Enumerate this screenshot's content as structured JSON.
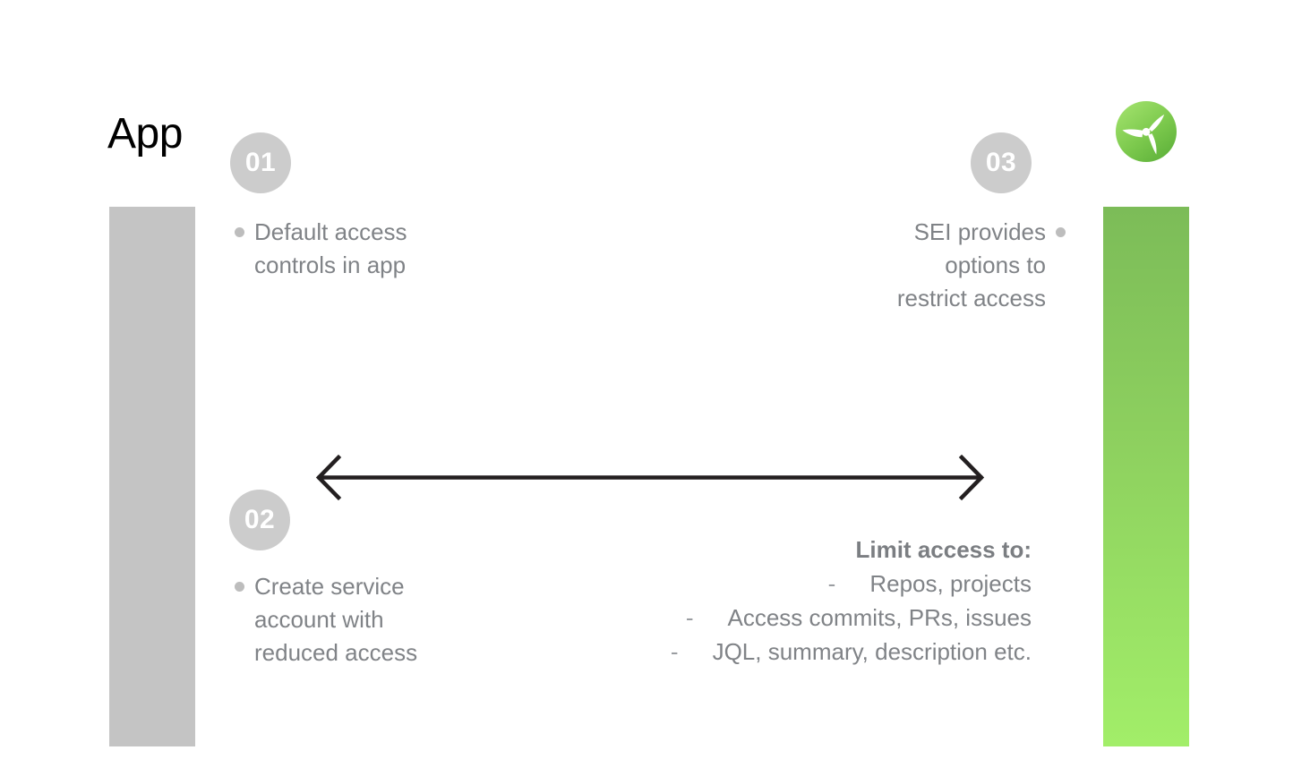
{
  "slide": {
    "title": "App",
    "background_color": "#ffffff"
  },
  "brand": {
    "logo_icon": "propeller-logo-icon",
    "logo_color_top": "#9fe06a",
    "logo_color_bottom": "#66b83f",
    "blade_color": "#ffffff"
  },
  "bars": {
    "left": {
      "name": "gray-bar",
      "color": "#c4c4c4"
    },
    "right": {
      "name": "green-bar",
      "color_top": "#7cbc58",
      "color_bottom": "#a2ee69"
    }
  },
  "steps": [
    {
      "number": "01",
      "bullet_icon": "bullet-dot-icon",
      "text": "Default access\ncontrols in app",
      "align": "left"
    },
    {
      "number": "02",
      "bullet_icon": "bullet-dot-icon",
      "text": "Create service\naccount with\nreduced access",
      "align": "left"
    },
    {
      "number": "03",
      "bullet_icon": "bullet-dot-icon",
      "text": "SEI provides\noptions to\nrestrict access",
      "align": "right"
    }
  ],
  "arrow": {
    "name": "double-headed-arrow",
    "direction": "bidirectional",
    "color": "#231f20"
  },
  "limit_access": {
    "heading": "Limit access to:",
    "dash": "-",
    "items": [
      "Repos, projects",
      "Access commits, PRs, issues",
      "JQL, summary, description etc."
    ]
  }
}
